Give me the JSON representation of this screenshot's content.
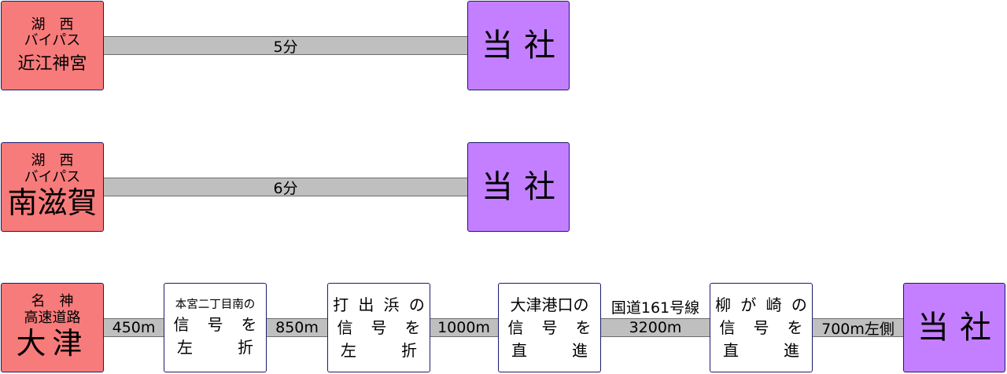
{
  "route1": {
    "exit_line1": "湖　西",
    "exit_line2": "バイパス",
    "exit_name": "近江神宮",
    "time": "5分",
    "dest": "当社"
  },
  "route2": {
    "exit_line1": "湖　西",
    "exit_line2": "バイパス",
    "exit_name": "南滋賀",
    "time": "6分",
    "dest": "当社"
  },
  "route3": {
    "exit_line1": "名　神",
    "exit_line2": "高速道路",
    "exit_name": "大津",
    "seg1": "450m",
    "step1_l1": "本宮二丁目南の",
    "step1_l2": [
      "信",
      "号",
      "を"
    ],
    "step1_l3": [
      "左",
      "折"
    ],
    "seg2": "850m",
    "step2_l1": [
      "打",
      "出",
      "浜",
      "の"
    ],
    "step2_l2": [
      "信",
      "号",
      "を"
    ],
    "step2_l3": [
      "左",
      "折"
    ],
    "seg3": "1000m",
    "step3_l1": "大津港口の",
    "step3_l2": [
      "信",
      "号",
      "を"
    ],
    "step3_l3": [
      "直",
      "進"
    ],
    "seg4_top": "国道161号線",
    "seg4": "3200m",
    "step4_l1": [
      "柳",
      "が",
      "崎",
      "の"
    ],
    "step4_l2": [
      "信",
      "号",
      "を"
    ],
    "step4_l3": [
      "直",
      "進"
    ],
    "seg5": "700m左側",
    "dest": "当社"
  }
}
